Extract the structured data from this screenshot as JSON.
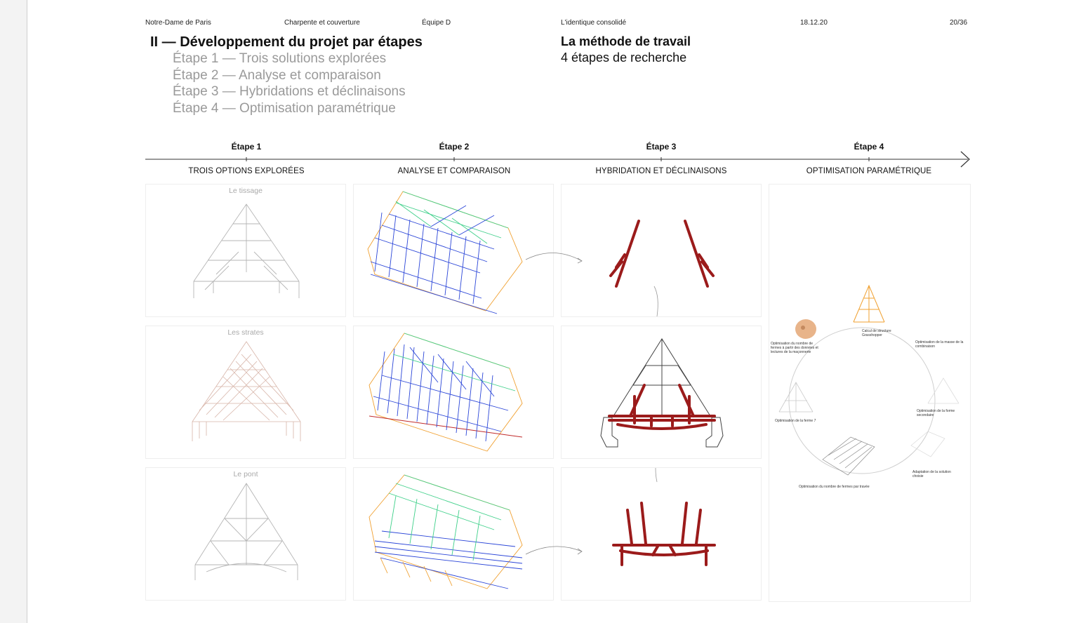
{
  "header": {
    "project": "Notre-Dame de Paris",
    "subject": "Charpente et couverture",
    "team": "Équipe D",
    "concept": "L'identique consolidé",
    "date": "18.12.20",
    "page": "20/36"
  },
  "section": {
    "title": "II — Développement du projet par étapes",
    "steps": [
      "Étape 1 — Trois solutions explorées",
      "Étape 2 — Analyse et comparaison",
      "Étape 3 — Hybridations et déclinaisons",
      "Étape 4 — Optimisation paramétrique"
    ]
  },
  "method": {
    "title": "La méthode de travail",
    "subtitle": "4 étapes de recherche"
  },
  "timeline": {
    "stages": [
      {
        "label": "Étape 1",
        "caption": "TROIS OPTIONS EXPLORÉES"
      },
      {
        "label": "Étape 2",
        "caption": "ANALYSE ET COMPARAISON"
      },
      {
        "label": "Étape 3",
        "caption": "HYBRIDATION ET DÉCLINAISONS"
      },
      {
        "label": "Étape 4",
        "caption": "OPTIMISATION PARAMÉTRIQUE"
      }
    ]
  },
  "options": [
    "Le tissage",
    "Les strates",
    "Le pont"
  ],
  "cycle": {
    "captions": [
      "Calcul de structure Grasshopper",
      "Optimisation de la masse de la combinaison",
      "Optimisation de la forme secondaire",
      "Adaptation de la solution choisie",
      "Optimisation du nombre de fermes par travée",
      "Optimisation de la ferme 7",
      "Optimisation du nombre de fermes à partir des données et lectures de la maçonnerie"
    ]
  },
  "colors": {
    "accent_red": "#9b1b1b",
    "wire_blue": "#2a45d8",
    "wire_orange": "#f0a030",
    "wire_green": "#3fd08a"
  }
}
